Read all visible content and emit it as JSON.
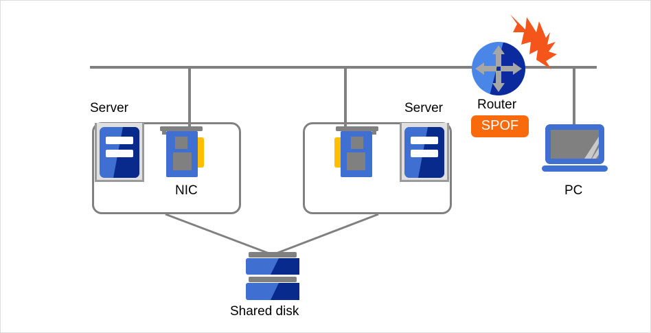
{
  "diagram": {
    "title": "Network topology with SPOF router",
    "colors": {
      "line": "#808080",
      "blue_light": "#3f6fd0",
      "blue_dark": "#072a8c",
      "router_light": "#4a86e8",
      "router_dark": "#0a2a9e",
      "arrow_gray": "#a6a6a6",
      "nic_blue": "#3f6fd0",
      "nic_chip": "#808080",
      "nic_tab": "#ffbf00",
      "spof_orange": "#f96a0d",
      "bolt_orange": "#f4551a",
      "screen_gray": "#808080",
      "frame_gray": "#9a9a9a",
      "text": "#000000",
      "border": "#dcdcdc"
    },
    "labels": {
      "server_left": "Server",
      "server_right": "Server",
      "nic": "NIC",
      "router": "Router",
      "spof": "SPOF",
      "pc": "PC",
      "shared_disk": "Shared disk"
    },
    "icons": {
      "server_tower": "server-tower-icon",
      "nic_card": "network-interface-card-icon",
      "router": "router-icon",
      "pc": "laptop-icon",
      "disk": "shared-disk-icon",
      "bolt": "failure-lightning-icon"
    },
    "network": {
      "bus_label": "network-bus",
      "links": [
        "bus-to-left-server-nic",
        "bus-to-right-server-nic",
        "bus-to-router",
        "bus-to-pc",
        "left-server-to-shared-disk",
        "right-server-to-shared-disk"
      ]
    }
  }
}
